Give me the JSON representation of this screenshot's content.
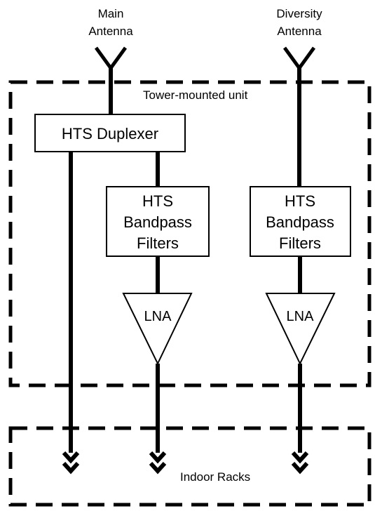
{
  "diagram": {
    "main_antenna": {
      "line1": "Main",
      "line2": "Antenna"
    },
    "diversity_antenna": {
      "line1": "Diversity",
      "line2": "Antenna"
    },
    "tower_unit_label": "Tower-mounted unit",
    "duplexer_label": "HTS Duplexer",
    "filter_main": {
      "line1": "HTS",
      "line2": "Bandpass",
      "line3": "Filters"
    },
    "filter_diversity": {
      "line1": "HTS",
      "line2": "Bandpass",
      "line3": "Filters"
    },
    "lna_main_label": "LNA",
    "lna_diversity_label": "LNA",
    "indoor_label": "Indoor Racks"
  }
}
